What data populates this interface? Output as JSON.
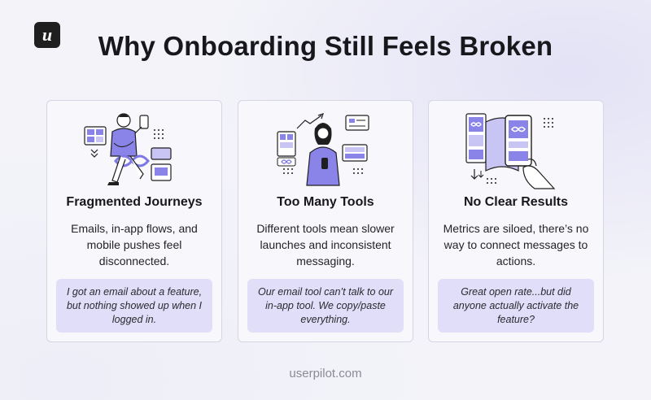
{
  "header": {
    "logo_letter": "u",
    "title": "Why Onboarding Still Feels Broken"
  },
  "cards": [
    {
      "illustration": "person-with-phone-and-screens-illustration",
      "title": "Fragmented Journeys",
      "description": "Emails, in-app flows, and mobile pushes feel disconnected.",
      "quote": "I got an email about a feature, but nothing showed up when I logged in."
    },
    {
      "illustration": "person-using-many-tools-illustration",
      "title": "Too Many Tools",
      "description": "Different tools mean slower launches and inconsistent messaging.",
      "quote": "Our email tool can’t talk to our in-app tool. We copy/paste everything."
    },
    {
      "illustration": "hand-holding-phone-metrics-illustration",
      "title": "No Clear Results",
      "description": "Metrics are siloed, there’s no way to connect messages to actions.",
      "quote": "Great open rate...but did anyone actually activate the feature?"
    }
  ],
  "footer": {
    "text": "userpilot.com"
  },
  "colors": {
    "accent": "#7e78e6",
    "accent_light": "#e0def8",
    "dark": "#1f1f1f",
    "background": "#f3f3f9"
  }
}
